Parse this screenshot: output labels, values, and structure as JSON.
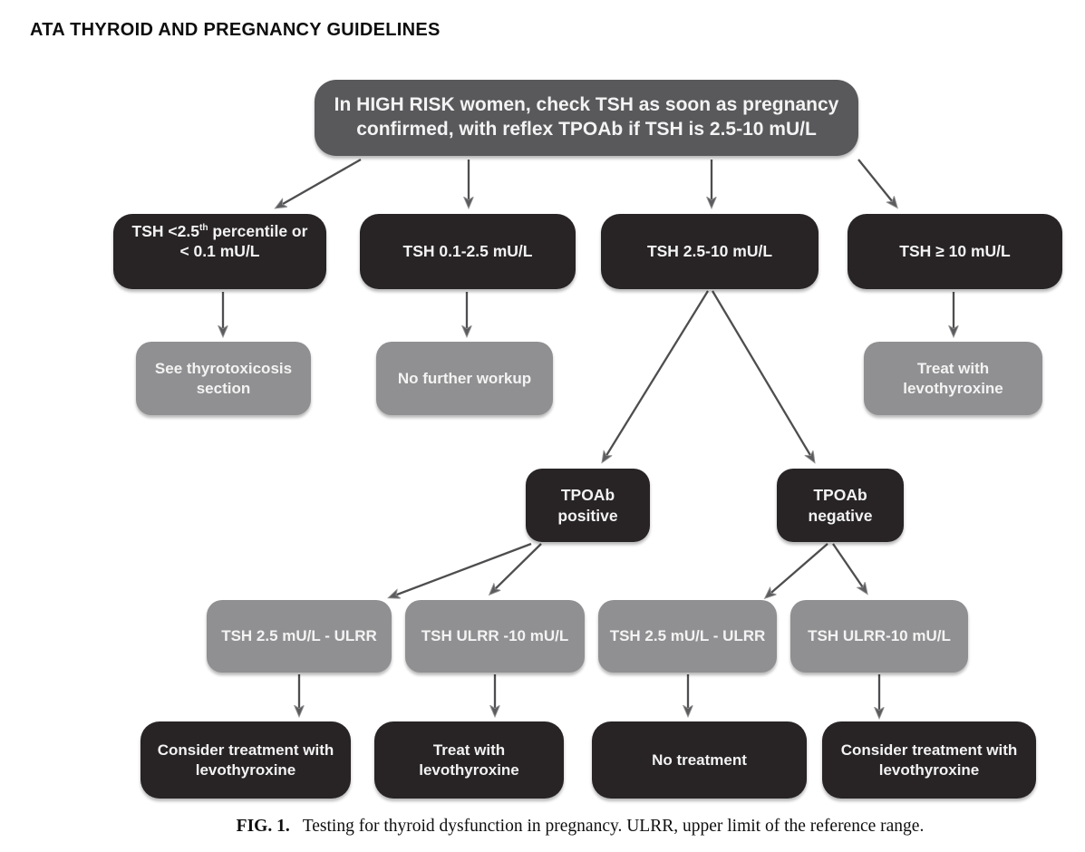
{
  "page_title": "ATA THYROID AND PREGNANCY GUIDELINES",
  "flowchart": {
    "root": {
      "label": "In HIGH RISK women, check TSH as soon as pregnancy\nconfirmed, with reflex TPOAb if TSH is 2.5-10 mU/L"
    },
    "level1": [
      {
        "label_pre": "TSH <2.5",
        "label_sup": "th",
        "label_post": " percentile or",
        "label_line2": "< 0.1 mU/L"
      },
      {
        "label": "TSH 0.1-2.5 mU/L"
      },
      {
        "label": "TSH 2.5-10 mU/L"
      },
      {
        "label": "TSH ≥ 10 mU/L"
      }
    ],
    "level2": [
      {
        "label": "See thyrotoxicosis\nsection"
      },
      {
        "label": "No further workup"
      },
      {
        "label": "Treat with\nlevothyroxine"
      }
    ],
    "level3": [
      {
        "label": "TPOAb\npositive"
      },
      {
        "label": "TPOAb\nnegative"
      }
    ],
    "level4": [
      {
        "label": "TSH 2.5 mU/L - ULRR"
      },
      {
        "label": "TSH ULRR -10 mU/L"
      },
      {
        "label": "TSH 2.5 mU/L - ULRR"
      },
      {
        "label": "TSH ULRR-10 mU/L"
      }
    ],
    "level5": [
      {
        "label": "Consider treatment with\nlevothyroxine"
      },
      {
        "label": "Treat with\nlevothyroxine"
      },
      {
        "label": "No treatment"
      },
      {
        "label": "Consider treatment with\nlevothyroxine"
      }
    ]
  },
  "caption": {
    "fig_label": "FIG. 1.",
    "text": "Testing for thyroid dysfunction in pregnancy. ULRR, upper limit of the reference range."
  },
  "colors": {
    "root_box": "#59585b",
    "dark_box": "#282425",
    "gray_box": "#909092",
    "box_text": "#f3f3f3",
    "arrow": "#4e4e50",
    "title_text": "#0d0d0d"
  }
}
